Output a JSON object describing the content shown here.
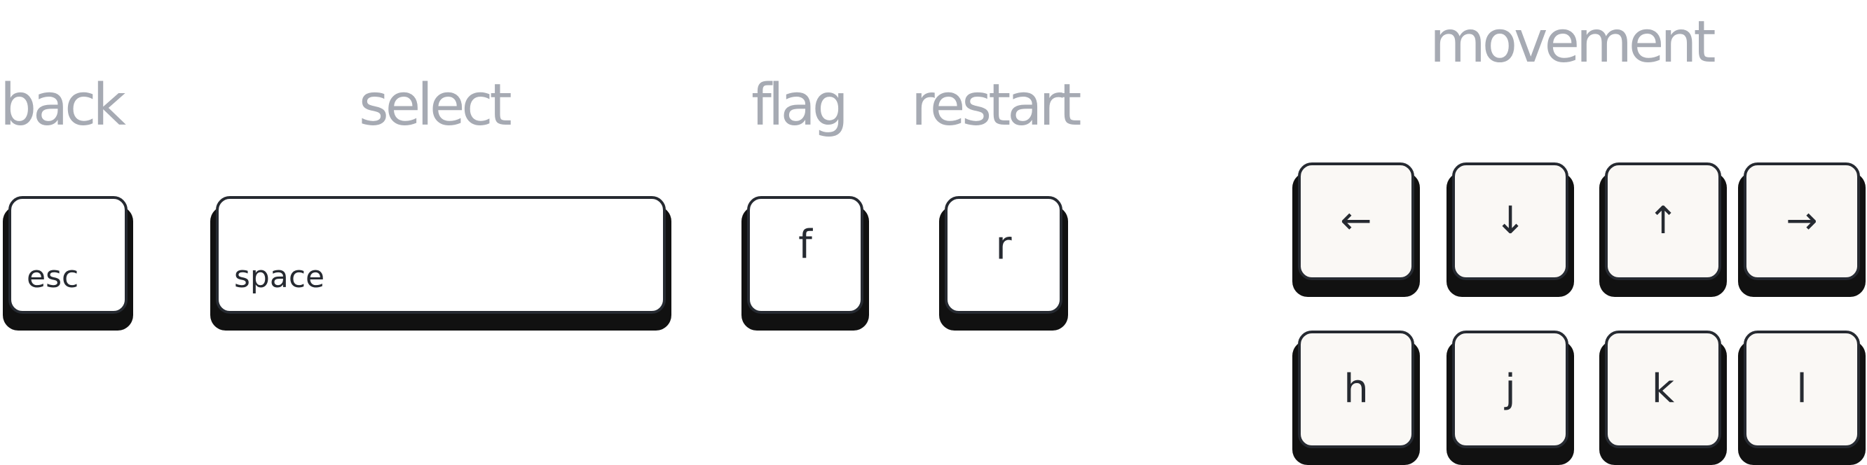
{
  "labels": {
    "back": "back",
    "select": "select",
    "flag": "flag",
    "restart": "restart",
    "movement": "movement"
  },
  "keys": {
    "esc": "esc",
    "space": "space",
    "f": "f",
    "r": "r",
    "arrow_left": "←",
    "arrow_down": "↓",
    "arrow_up": "↑",
    "arrow_right": "→",
    "h": "h",
    "j": "j",
    "k": "k",
    "l": "l"
  },
  "colors": {
    "label_text": "#a6aab3",
    "key_border": "#262a31",
    "key_shadow": "#111111",
    "key_face": "#ffffff",
    "movement_key_face": "#faf8f5"
  }
}
